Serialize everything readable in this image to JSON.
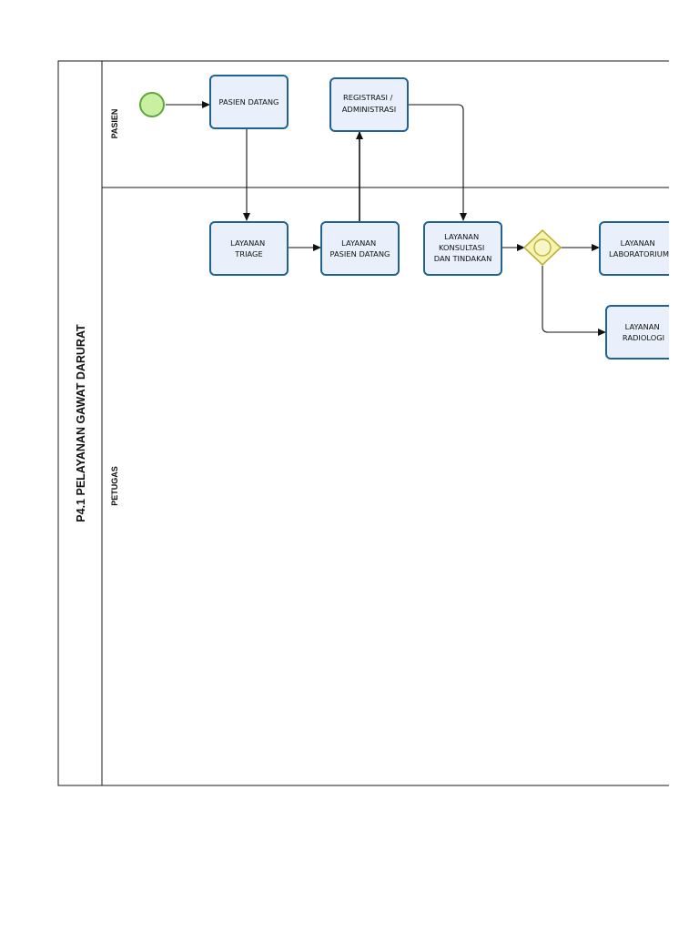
{
  "pool": {
    "title": "P4.1 PELAYANAN GAWAT DARURAT"
  },
  "lanes": [
    {
      "id": "pasien",
      "title": "PASIEN"
    },
    {
      "id": "petugas",
      "title": "PETUGAS"
    }
  ],
  "tasks": [
    {
      "id": "pasien-datang",
      "lines": [
        "PASIEN DATANG"
      ]
    },
    {
      "id": "registrasi-administrasi",
      "lines": [
        "REGISTRASI /",
        "ADMINISTRASI"
      ]
    },
    {
      "id": "layanan-triage",
      "lines": [
        "LAYANAN",
        "TRIAGE"
      ]
    },
    {
      "id": "layanan-pasien-datang",
      "lines": [
        "LAYANAN",
        "PASIEN DATANG"
      ]
    },
    {
      "id": "layanan-konsultasi",
      "lines": [
        "LAYANAN",
        "KONSULTASI",
        "DAN TINDAKAN"
      ]
    },
    {
      "id": "layanan-laboratorium",
      "lines": [
        "LAYANAN",
        "LABORATORIUM"
      ]
    },
    {
      "id": "layanan-radiologi",
      "lines": [
        "LAYANAN",
        "RADIOLOGI"
      ]
    }
  ],
  "events": [
    {
      "id": "start",
      "type": "start"
    }
  ],
  "gateways": [
    {
      "id": "gateway-1",
      "type": "inclusive"
    }
  ],
  "flows": [
    {
      "from": "start",
      "to": "pasien-datang"
    },
    {
      "from": "pasien-datang",
      "to": "layanan-triage"
    },
    {
      "from": "layanan-triage",
      "to": "layanan-pasien-datang"
    },
    {
      "from": "layanan-pasien-datang",
      "to": "registrasi-administrasi"
    },
    {
      "from": "registrasi-administrasi",
      "to": "layanan-konsultasi"
    },
    {
      "from": "layanan-konsultasi",
      "to": "gateway-1"
    },
    {
      "from": "gateway-1",
      "to": "layanan-laboratorium"
    },
    {
      "from": "gateway-1",
      "to": "layanan-radiologi"
    }
  ],
  "colors": {
    "task_fill": "#e9f0fb",
    "task_stroke": "#1f6294",
    "start_fill": "#c8f0a0",
    "start_stroke": "#5fa63c",
    "gateway_fill": "#f6f2b0",
    "gateway_stroke": "#b9b43a"
  }
}
